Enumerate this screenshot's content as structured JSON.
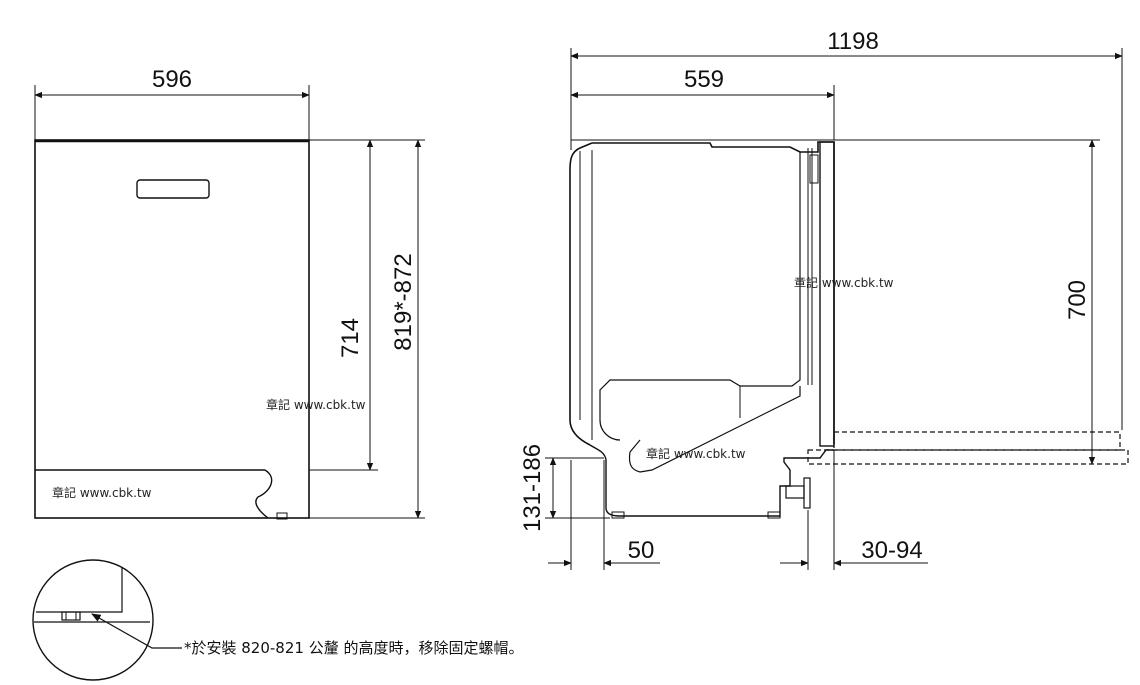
{
  "dimensions": {
    "front_width": "596",
    "front_height": "714",
    "front_total_height": "819*-872",
    "side_total_depth": "1198",
    "side_body_depth": "559",
    "side_height": "700",
    "plinth_height": "131-186",
    "plinth_recess": "50",
    "door_offset": "30-94"
  },
  "watermarks": {
    "front_panel": "章記 www.cbk.tw",
    "front_plinth": "章記 www.cbk.tw",
    "side_upper": "章記 www.cbk.tw",
    "side_lower": "章記 www.cbk.tw"
  },
  "footnote": "*於安裝 820-821 公釐 的高度時，移除固定螺帽。"
}
